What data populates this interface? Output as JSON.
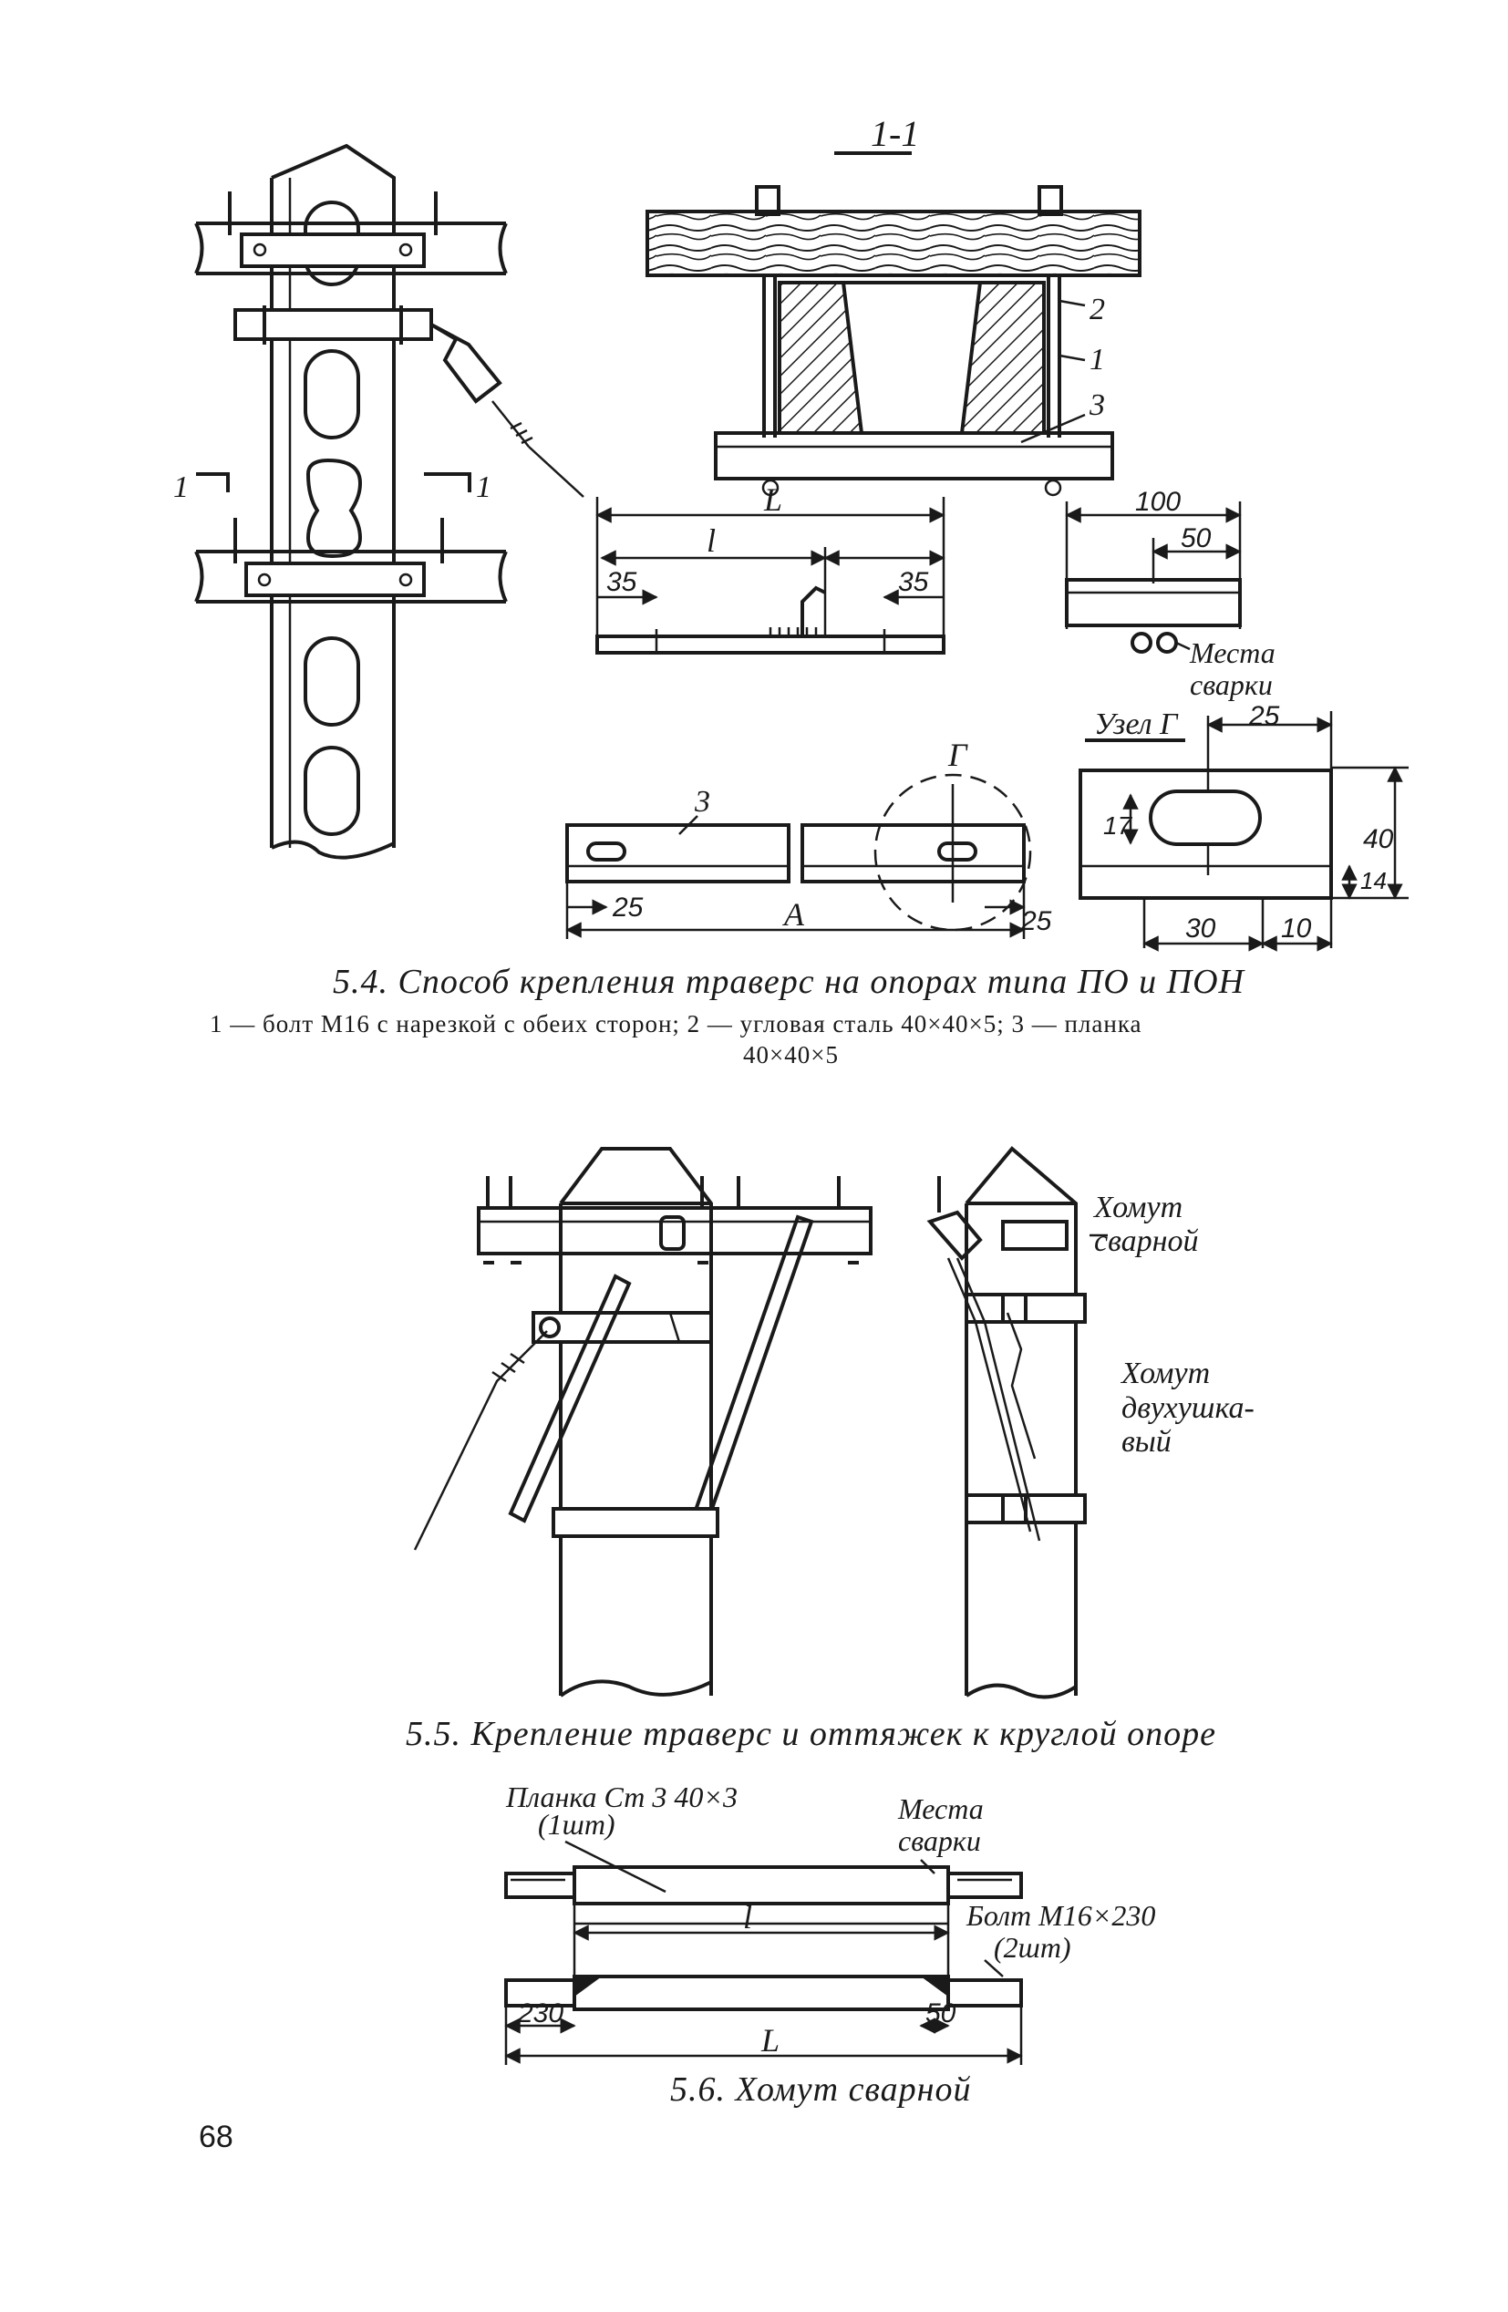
{
  "figure_5_4": {
    "section_label": "1-1",
    "cut_left": "1",
    "cut_right": "1",
    "callouts": [
      "2",
      "1",
      "3"
    ],
    "dim_L": "L",
    "dim_l": "l",
    "dim_35_left": "35",
    "dim_35_right": "35",
    "dim_100": "100",
    "dim_50": "50",
    "weld_label_1": "Места",
    "weld_label_2": "сварки",
    "node_label": "Узел Г",
    "node_dim_25": "25",
    "node_dim_17": "17",
    "node_dim_40": "40",
    "node_dim_14": "14",
    "node_dim_30": "30",
    "node_dim_10": "10",
    "plank_label": "3",
    "plank_circle_label": "Г",
    "plank_dim_25_left": "25",
    "plank_dim_A": "A",
    "plank_dim_25_right": "25",
    "caption_title": "5.4. Способ крепления траверс на опорах типа ПО и ПОН",
    "caption_legend_1": "1 — болт M16 с нарезкой с обеих сторон; 2 — угловая сталь 40×40×5; 3 — планка",
    "caption_legend_2": "40×40×5"
  },
  "figure_5_5": {
    "clamp_welded_1": "Хомут",
    "clamp_welded_2": "сварной",
    "clamp_double_1": "Хомут",
    "clamp_double_2": "двухушка-",
    "clamp_double_3": "вый",
    "caption_title": "5.5. Крепление траверс и оттяжек к круглой опоре"
  },
  "figure_5_6": {
    "plank_label_1": "Планка Ст 3 40×3",
    "plank_label_2": "(1шт)",
    "weld_label_1": "Места",
    "weld_label_2": "сварки",
    "bolt_label_1": "Болт M16×230",
    "bolt_label_2": "(2шт)",
    "dim_l": "l",
    "dim_230": "230",
    "dim_50": "50",
    "dim_L": "L",
    "caption_title": "5.6. Хомут сварной"
  },
  "page_number": "68"
}
